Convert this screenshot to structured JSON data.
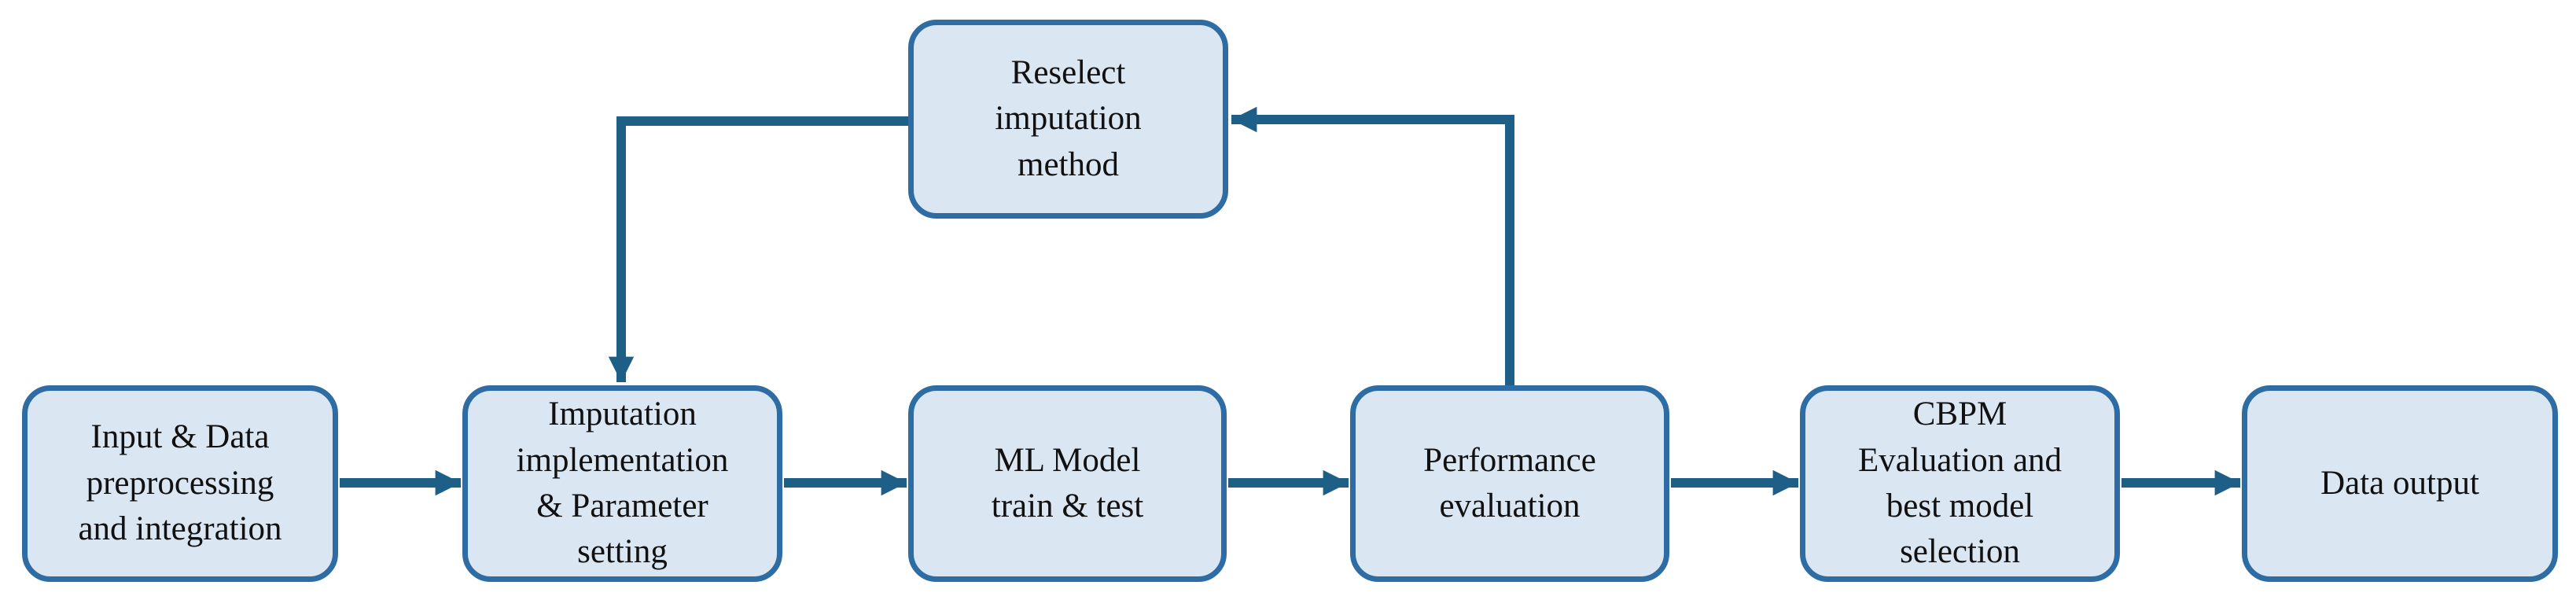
{
  "colors": {
    "background": "#ffffff",
    "box_fill": "#dbe6f3",
    "box_border": "#2e6da4",
    "arrow": "#1e5f87",
    "text": "#111111"
  },
  "diagram": {
    "type": "flowchart",
    "boxes": [
      {
        "id": "input",
        "label": "Input & Data\npreprocessing\nand integration"
      },
      {
        "id": "imputation",
        "label": "Imputation\nimplementation\n& Parameter\nsetting"
      },
      {
        "id": "ml_model",
        "label": "ML Model\ntrain & test"
      },
      {
        "id": "performance",
        "label": "Performance\nevaluation"
      },
      {
        "id": "cbpm",
        "label": "CBPM\nEvaluation and\nbest model\nselection"
      },
      {
        "id": "output",
        "label": "Data output"
      },
      {
        "id": "reselect",
        "label": "Reselect\nimputation\nmethod"
      }
    ],
    "edges": [
      {
        "from": "input",
        "to": "imputation",
        "type": "forward"
      },
      {
        "from": "imputation",
        "to": "ml_model",
        "type": "forward"
      },
      {
        "from": "ml_model",
        "to": "performance",
        "type": "forward"
      },
      {
        "from": "performance",
        "to": "cbpm",
        "type": "forward"
      },
      {
        "from": "cbpm",
        "to": "output",
        "type": "forward"
      },
      {
        "from": "performance",
        "to": "reselect",
        "type": "feedback"
      },
      {
        "from": "reselect",
        "to": "imputation",
        "type": "feedback"
      }
    ]
  }
}
